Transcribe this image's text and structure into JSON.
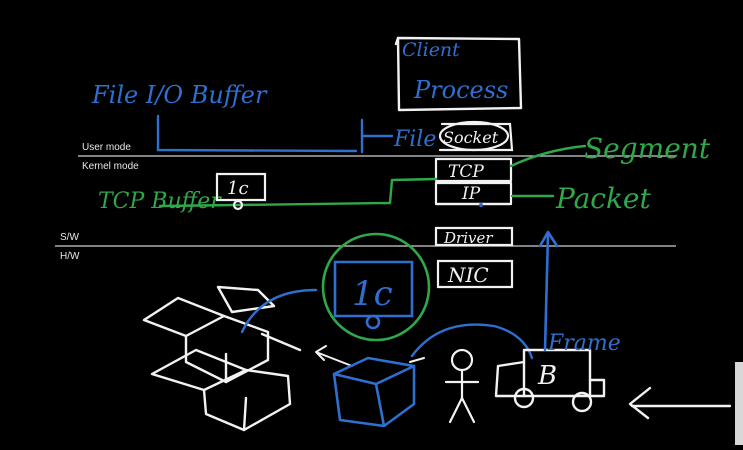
{
  "layers": {
    "user_mode": "User mode",
    "kernel_mode": "Kernel mode",
    "sw": "S/W",
    "hw": "H/W"
  },
  "handwriting": {
    "client_line1": "Client",
    "client_line2": "Process",
    "file_io_buffer": "File I/O Buffer",
    "file": "File",
    "socket": "Socket",
    "tcp": "TCP",
    "ip": "IP",
    "driver": "Driver",
    "nic": "NIC",
    "segment": "Segment",
    "packet": "Packet",
    "tcp_buffer": "TCP Buffer",
    "frame": "Frame",
    "buffer_number": "1c",
    "truck_letter": "B"
  },
  "colors": {
    "background": "#000000",
    "ink_white": "#f2f2f2",
    "ink_blue": "#2f6fd0",
    "ink_green": "#2fa84a",
    "rule_line": "#cfcfcf"
  }
}
